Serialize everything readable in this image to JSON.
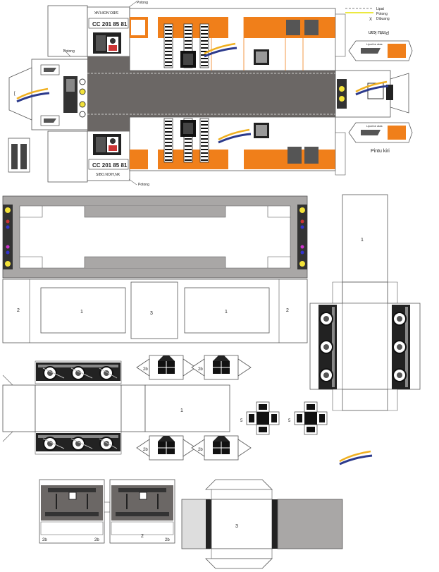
{
  "locomotive": {
    "number_top": "CC 201 85 81",
    "number_top_mirror": "SIBO.NOIH,NK",
    "number_bottom": "CC 201 85 81",
    "number_bottom_mirror": "SIBO.NOIH,NK"
  },
  "legend": {
    "lipat": "Lipat",
    "potong": "Potong",
    "dibuang": "Dibuang",
    "x_mark": "X"
  },
  "doors": {
    "right_title": "Pintu kan",
    "right_note": "Lipat ke atas",
    "left_title": "Pintu kiri",
    "left_note": "Lipat ke atas"
  },
  "labels": {
    "potong_a": "Potong",
    "potong_b": "Potong",
    "potong_c": "Potong",
    "part_1": "1",
    "part_2": "2",
    "part_3": "3",
    "part_5": "5",
    "part_2b": "2b"
  },
  "colors": {
    "orange": "#f07f1a",
    "body_grey": "#6b6765",
    "roof_grey": "#a9a7a6",
    "logo_blue": "#2c3a8c",
    "logo_yellow": "#f0b020",
    "yellow_light": "#f3e23a"
  }
}
